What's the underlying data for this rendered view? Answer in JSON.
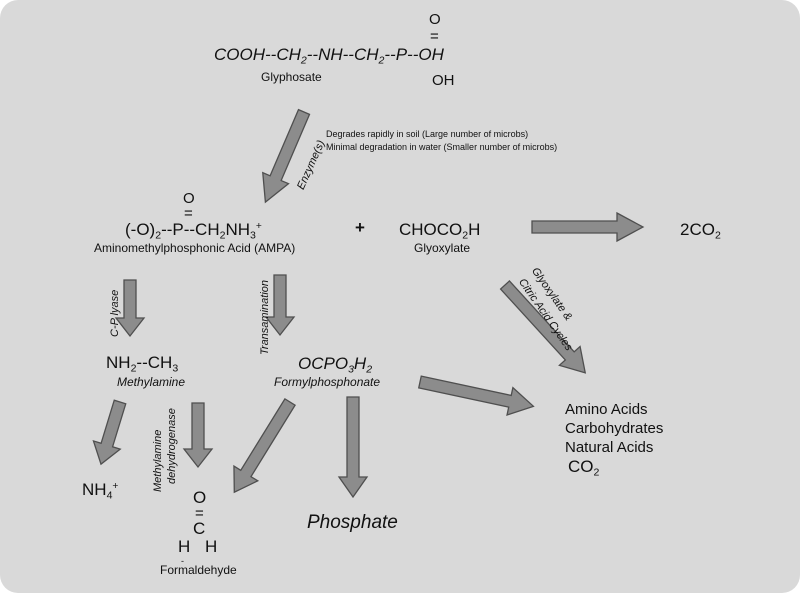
{
  "glyphosate": {
    "formula_main": "COOH--CH",
    "formula_sub1": "2",
    "formula_mid": "--NH--CH",
    "formula_sub2": "2",
    "formula_end": "--P--OH",
    "phosphoryl_o": "O",
    "double_bond": "=",
    "hydroxyl": "OH",
    "name": "Glyphosate"
  },
  "degradation_note": {
    "line1": "Degrades rapidly in soil (Large number of microbs)",
    "line2": "Minimal degradation in water (Smaller number of microbs)"
  },
  "enzyme_label": "Enzyme(s)",
  "ampa": {
    "formula_start": "(-O)",
    "formula_sub": "2",
    "formula_mid": "--P--CH",
    "formula_sub2": "2",
    "formula_end": "NH",
    "formula_sub3": "3",
    "formula_sup": "+",
    "phosphoryl_o": "O",
    "double_bond": "=",
    "name": "Aminomethylphosphonic Acid (AMPA)"
  },
  "plus_sign": "+",
  "glyoxylate": {
    "formula": "CHOCO",
    "formula_sub": "2",
    "formula_end": "H",
    "name": "Glyoxylate"
  },
  "co2_product": {
    "formula": "2CO",
    "formula_sub": "2"
  },
  "cp_lyase_label": "C-P lyase",
  "transamination_label": "Transamination",
  "glyoxylate_cycle_label1": "Glyoxylate &",
  "glyoxylate_cycle_label2": "Citric Acid Cycles",
  "methylamine": {
    "formula_start": "NH",
    "formula_sub": "2",
    "formula_end": "--CH",
    "formula_sub2": "3",
    "name": "Methylamine"
  },
  "formylphosphonate": {
    "formula": "OCPO",
    "formula_sub": "3",
    "formula_end": "H",
    "formula_sub2": "2",
    "name": "Formylphosphonate"
  },
  "dehydrogenase_label1": "Methylamine",
  "dehydrogenase_label2": "dehydrogenase",
  "products_list": {
    "item1": "Amino Acids",
    "item2": "Carbohydrates",
    "item3": "Natural Acids",
    "item4": "CO",
    "item4_sub": "2"
  },
  "ammonium": {
    "formula": "NH",
    "formula_sub": "4",
    "formula_sup": "+"
  },
  "formaldehyde": {
    "o": "O",
    "double_bond": "=",
    "c": "C",
    "h_left": "H",
    "bond_dot": "-",
    "h_right": "H",
    "name": "Formaldehyde"
  },
  "phosphate": "Phosphate",
  "colors": {
    "background": "#d9d9d9",
    "arrow_fill": "#8c8c8c",
    "arrow_stroke": "#4f4f4f",
    "text": "#111111"
  }
}
